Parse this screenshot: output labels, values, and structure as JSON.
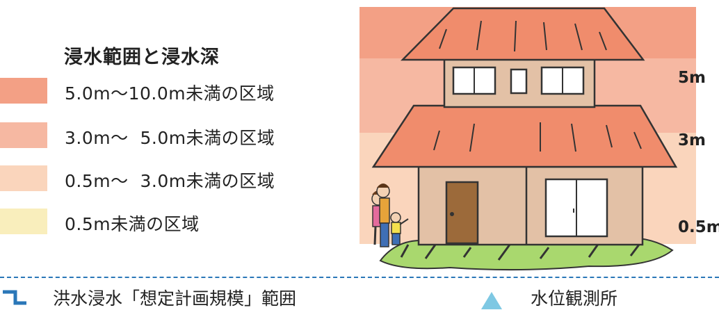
{
  "legend": {
    "title": "浸水範囲と浸水深",
    "items": [
      {
        "label": "5.0m〜10.0m未満の区域",
        "color": "#f3a085"
      },
      {
        "label": "3.0m〜  5.0m未満の区域",
        "color": "#f6b8a2"
      },
      {
        "label": "0.5m〜  3.0m未満の区域",
        "color": "#fad5bc"
      },
      {
        "label": "0.5m未満の区域",
        "color": "#f9eebc"
      }
    ]
  },
  "depth_scale": {
    "labels": [
      "5m",
      "3m",
      "0.5m"
    ],
    "band_colors": [
      "#f3a085",
      "#f6b8a2",
      "#fad5bc"
    ]
  },
  "footer": {
    "boundary_label": "洪水浸水「想定計画規模」範囲",
    "boundary_color": "#2a77b8",
    "station_label": "水位観測所",
    "station_color": "#7ec8e3"
  }
}
